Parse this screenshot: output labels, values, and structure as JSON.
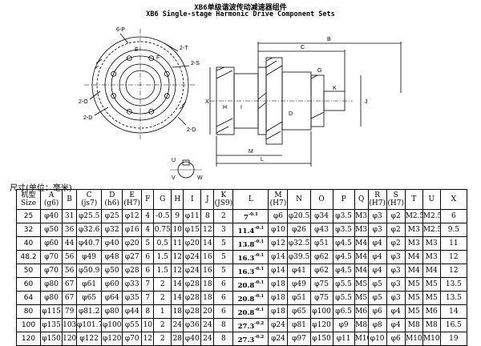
{
  "title_cn": "XB6单级谐波传动减速器组件",
  "title_en": "XB6 Single-stage Harmonic Drive  Component Sets",
  "drawing_labels": {
    "section_a": "6-P",
    "section_b": "2-T",
    "section_c": "2-S",
    "section_d": "2-O",
    "section_e": "2-D",
    "ring_e": "E",
    "ring_f": "F",
    "dim_b": "B",
    "dim_c": "C",
    "dim_x": "X",
    "dim_h": "H",
    "dim_i": "I",
    "dim_j": "J",
    "dim_l": "L",
    "dim_m": "M",
    "dim_k": "K",
    "dim_g": "G",
    "dim_d": "D",
    "key_u": "U",
    "key_v": "V",
    "key_w": "W"
  },
  "unit_label": "尺寸(单位：毫米)",
  "table": {
    "headers": [
      [
        "机型",
        "Size"
      ],
      [
        "A",
        "(g6)"
      ],
      [
        "B",
        ""
      ],
      [
        "C",
        "(js7)"
      ],
      [
        "D",
        "(h6)"
      ],
      [
        "E",
        "(H7)"
      ],
      [
        "F",
        ""
      ],
      [
        "G",
        ""
      ],
      [
        "H",
        ""
      ],
      [
        "I",
        ""
      ],
      [
        "J",
        ""
      ],
      [
        "K",
        "(JS9)"
      ],
      [
        "L",
        ""
      ],
      [
        "M",
        "(H7)"
      ],
      [
        "N",
        ""
      ],
      [
        "O",
        ""
      ],
      [
        "P",
        ""
      ],
      [
        "Q",
        ""
      ],
      [
        "R",
        "(H7)"
      ],
      [
        "S",
        "(H7)"
      ],
      [
        "T",
        ""
      ],
      [
        "U",
        ""
      ],
      [
        "X",
        ""
      ]
    ],
    "rows": [
      [
        "25",
        "φ40",
        "31",
        "φ25.5",
        "φ25",
        "φ12",
        "4",
        "-0.5",
        "9",
        "φ11",
        "8",
        "2",
        "7",
        "-0.1",
        "φ6",
        "φ20.5",
        "φ34",
        "φ3.5",
        "M3",
        "φ3",
        "φ2",
        "M2.5",
        "M2.5",
        "6"
      ],
      [
        "32",
        "φ50",
        "36",
        "φ32.6",
        "φ32",
        "φ16",
        "4",
        "0.75",
        "10",
        "φ15",
        "12",
        "3",
        "11.4",
        "-0.1",
        "φ10",
        "φ26",
        "φ43",
        "φ3.5",
        "M3",
        "φ3",
        "φ2",
        "M3",
        "M2.5",
        "9.5"
      ],
      [
        "40",
        "φ60",
        "44",
        "φ40.7",
        "φ40",
        "φ20",
        "5",
        "0.5",
        "11",
        "φ20",
        "14",
        "5",
        "13.8",
        "-0.1",
        "φ12",
        "φ32.5",
        "φ51",
        "φ4.5",
        "M4",
        "φ4",
        "φ2",
        "M3",
        "M3",
        "11"
      ],
      [
        "48.2",
        "φ70",
        "56",
        "φ49",
        "φ48",
        "φ27",
        "6",
        "1.5",
        "12",
        "φ24",
        "16",
        "5",
        "16.3",
        "-0.1",
        "φ14",
        "φ39.5",
        "φ62",
        "φ4.5",
        "M4",
        "φ4",
        "φ3",
        "M4",
        "M3",
        "12"
      ],
      [
        "50",
        "φ70",
        "56",
        "φ50.9",
        "φ50",
        "φ28",
        "6",
        "1.5",
        "12",
        "φ24",
        "16",
        "5",
        "16.3",
        "-0.1",
        "φ14",
        "φ41",
        "φ62",
        "φ4.5",
        "M4",
        "φ4",
        "φ3",
        "M4",
        "M4",
        "12"
      ],
      [
        "60",
        "φ80",
        "67",
        "φ61",
        "φ60",
        "φ33",
        "7",
        "2",
        "14",
        "φ28",
        "18",
        "6",
        "20.8",
        "-0.1",
        "φ18",
        "φ49",
        "φ75",
        "φ5.5",
        "M5",
        "φ5",
        "φ3",
        "M5",
        "M5",
        "13.5"
      ],
      [
        "64",
        "φ80",
        "67",
        "φ65",
        "φ64",
        "φ35",
        "7",
        "2",
        "14",
        "φ28",
        "18",
        "6",
        "20.8",
        "-0.1",
        "φ18",
        "φ51",
        "φ75",
        "φ5.5",
        "M5",
        "φ5",
        "φ3",
        "M5",
        "M5",
        "13.5"
      ],
      [
        "80",
        "φ115",
        "79",
        "φ81.2",
        "φ80",
        "φ44",
        "8",
        "1",
        "18",
        "φ28",
        "20",
        "6",
        "20.8",
        "-0.1",
        "φ18",
        "φ65",
        "φ100",
        "φ6.5",
        "M6",
        "φ6",
        "φ4",
        "M5",
        "M6",
        "14"
      ],
      [
        "100",
        "φ135",
        "103",
        "φ101.7",
        "φ100",
        "φ55",
        "10",
        "2",
        "24",
        "φ36",
        "24",
        "8",
        "27.3",
        "-0.2",
        "φ24",
        "φ81",
        "φ120",
        "φ9",
        "M8",
        "φ8",
        "φ4",
        "M8",
        "M8",
        "16.5"
      ],
      [
        "120",
        "φ150",
        "120",
        "φ122",
        "φ120",
        "φ70",
        "12",
        "2",
        "28",
        "φ40",
        "24",
        "8",
        "27.3",
        "-0.2",
        "φ24",
        "φ97",
        "φ150",
        "φ11",
        "M10",
        "φ10",
        "φ6",
        "M10",
        "M10",
        "19"
      ]
    ]
  }
}
